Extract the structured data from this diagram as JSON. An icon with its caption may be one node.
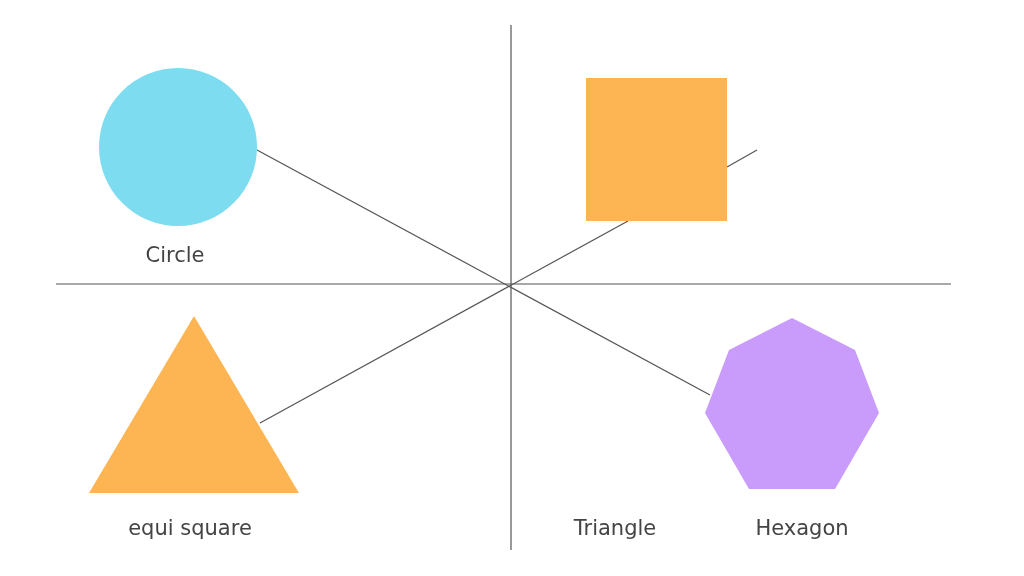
{
  "diagram": {
    "nodes": [
      {
        "text": [],
        "shape": "circle",
        "beside": [
          "Circle"
        ]
      },
      {
        "text": [],
        "shape": "box"
      },
      {
        "text": [],
        "shape": "triangle",
        "beside": [
          "equi square"
        ]
      },
      {
        "text": [],
        "shape": "heptagon",
        "beside": [
          "Hexagon"
        ]
      }
    ],
    "edges": [
      {
        "from": 0,
        "to": 3,
        "arrow": "none"
      },
      {
        "from": 2,
        "to": 1,
        "arrow": "none"
      },
      {
        "from": 1,
        "to": null,
        "arrow": "none"
      }
    ],
    "labels": [
      "Triangle"
    ]
  }
}
